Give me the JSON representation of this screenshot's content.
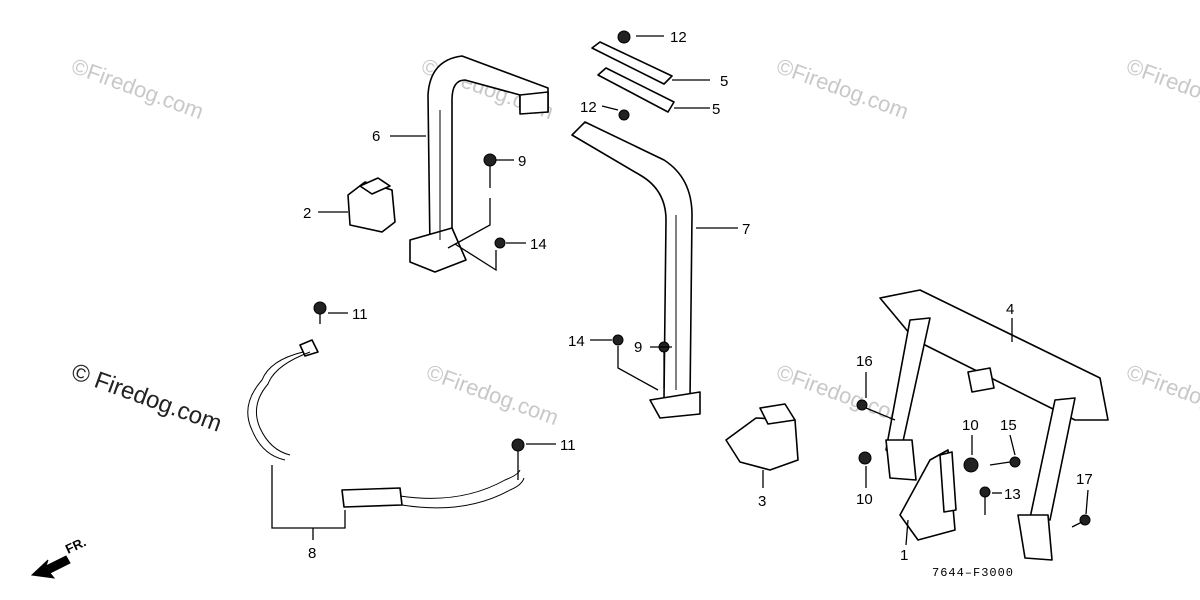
{
  "watermark": "©Firedog.com",
  "watermark_main": "© Firedog.com",
  "diagram_code": "7644–F3000",
  "front_indicator": "FR.",
  "callouts": {
    "c1": "1",
    "c2": "2",
    "c3": "3",
    "c4": "4",
    "c5a": "5",
    "c5b": "5",
    "c6": "6",
    "c7": "7",
    "c8": "8",
    "c9a": "9",
    "c9b": "9",
    "c10a": "10",
    "c10b": "10",
    "c11a": "11",
    "c11b": "11",
    "c12a": "12",
    "c12b": "12",
    "c13": "13",
    "c14a": "14",
    "c14b": "14",
    "c15": "15",
    "c16": "16",
    "c17": "17"
  }
}
